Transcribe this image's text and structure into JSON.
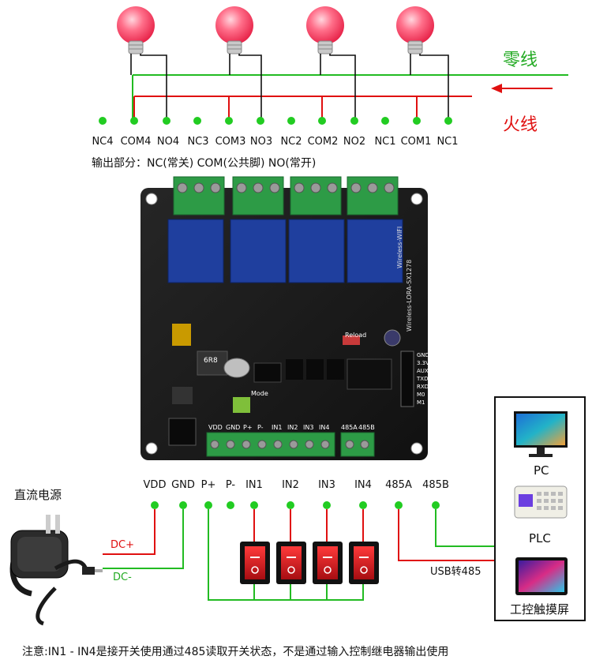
{
  "relay_terminals": [
    "NC4",
    "COM4",
    "NO4",
    "NC3",
    "COM3",
    "NO3",
    "NC2",
    "COM2",
    "NO2",
    "NC1",
    "COM1",
    "NC1"
  ],
  "relay_output_note": "输出部分：NC(常关) COM(公共脚)  NO(常开)",
  "neutral_line_label": "零线",
  "live_line_label": "火线",
  "input_terminals": [
    "VDD",
    "GND",
    "P+",
    "P-",
    "IN1",
    "IN2",
    "IN3",
    "IN4",
    "485A",
    "485B"
  ],
  "power_label": "直流电源",
  "dc_plus_label": "DC+",
  "dc_minus_label": "DC-",
  "usb485_label": "USB转485",
  "devices": [
    "PC",
    "PLC",
    "工控触摸屏"
  ],
  "board_terminal_labels": [
    "VDD",
    "GND",
    "P+",
    "P-",
    "IN1",
    "IN2",
    "IN3",
    "IN4",
    "485A",
    "485B"
  ],
  "board_silk": [
    "Reload",
    "Wireless-WIFI",
    "Wireless-LORA-SX1278",
    "GND",
    "3.3V",
    "AUX",
    "TXD",
    "RXD",
    "M0",
    "M1",
    "6R8",
    "Mode"
  ],
  "footnote": "注意:IN1 - IN4是接开关使用通过485读取开关状态，不是通过输入控制继电器输出使用",
  "colors": {
    "neutral": "#22bb22",
    "live": "#e01010",
    "wire": "#111111",
    "board": "#1b1b1b",
    "terminal": "#2d9b46",
    "bulb": "#ff5b78",
    "switch": "#d51420"
  }
}
